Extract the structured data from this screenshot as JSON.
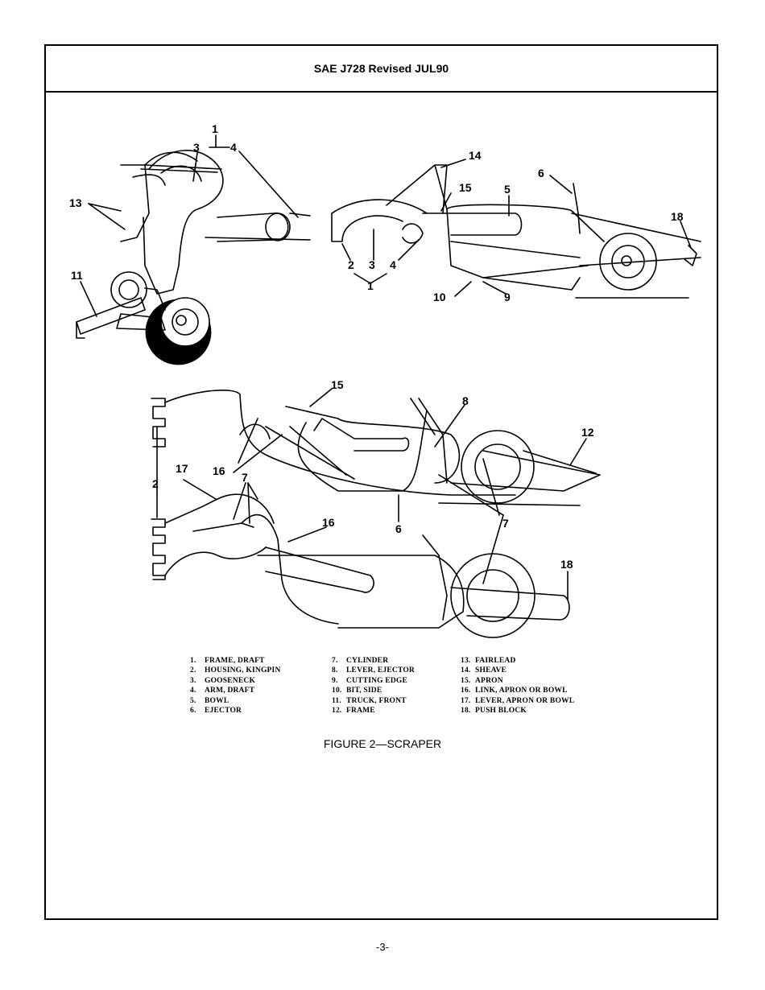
{
  "header": {
    "title": "SAE J728 Revised JUL90"
  },
  "callouts": {
    "c1a": "1",
    "c3a": "3",
    "c4a": "4",
    "c13": "13",
    "c11": "11",
    "c14": "14",
    "c15a": "15",
    "c5": "5",
    "c6a": "6",
    "c18a": "18",
    "c2a": "2",
    "c3b": "3",
    "c4b": "4",
    "c1b": "1",
    "c10": "10",
    "c9": "9",
    "c15b": "15",
    "c8": "8",
    "c12": "12",
    "c17": "17",
    "c16a": "16",
    "c2b": "2",
    "c7a": "7",
    "c6b": "6",
    "c7b": "7",
    "c16b": "16",
    "c18b": "18"
  },
  "legend": {
    "col1": [
      {
        "num": "1.",
        "label": "FRAME, DRAFT"
      },
      {
        "num": "2.",
        "label": "HOUSING, KINGPIN"
      },
      {
        "num": "3.",
        "label": "GOOSENECK"
      },
      {
        "num": "4.",
        "label": "ARM, DRAFT"
      },
      {
        "num": "5.",
        "label": "BOWL"
      },
      {
        "num": "6.",
        "label": "EJECTOR"
      }
    ],
    "col2": [
      {
        "num": "7.",
        "label": "CYLINDER"
      },
      {
        "num": "8.",
        "label": "LEVER, EJECTOR"
      },
      {
        "num": "9.",
        "label": "CUTTING EDGE"
      },
      {
        "num": "10.",
        "label": "BIT, SIDE"
      },
      {
        "num": "11.",
        "label": "TRUCK, FRONT"
      },
      {
        "num": "12.",
        "label": "FRAME"
      }
    ],
    "col3": [
      {
        "num": "13.",
        "label": "FAIRLEAD"
      },
      {
        "num": "14.",
        "label": "SHEAVE"
      },
      {
        "num": "15.",
        "label": "APRON"
      },
      {
        "num": "16.",
        "label": "LINK, APRON OR BOWL"
      },
      {
        "num": "17.",
        "label": "LEVER, APRON OR BOWL"
      },
      {
        "num": "18.",
        "label": "PUSH BLOCK"
      }
    ]
  },
  "caption": "FIGURE 2—SCRAPER",
  "footer": {
    "page_number": "-3-"
  }
}
